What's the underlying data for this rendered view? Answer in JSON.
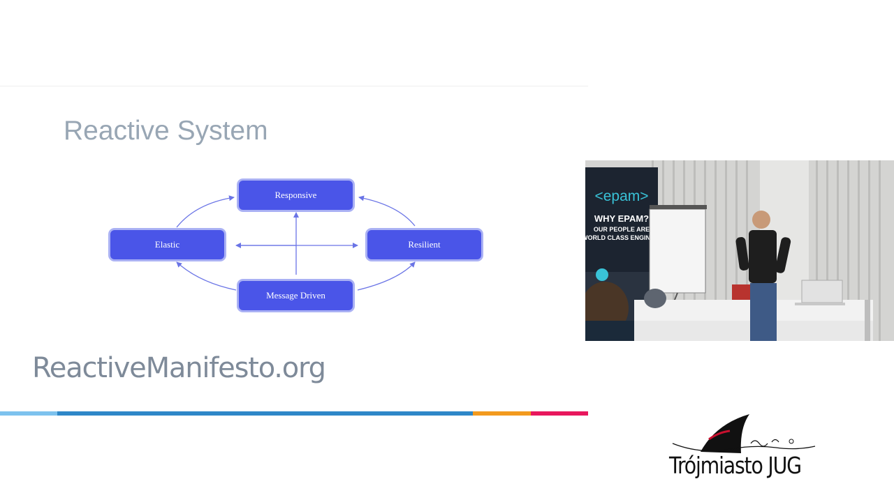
{
  "slide": {
    "title": "Reactive System",
    "url": "ReactiveManifesto.org",
    "diagram": {
      "nodes": {
        "responsive": "Responsive",
        "elastic": "Elastic",
        "resilient": "Resilient",
        "message_driven": "Message Driven"
      }
    },
    "bar_colors": [
      "#7dc2ee",
      "#2e87c8",
      "#f39a1e",
      "#e8175d"
    ]
  },
  "video": {
    "banner": {
      "brand": "<epam>",
      "headline": "WHY EPAM?",
      "line1": "OUR PEOPLE ARE",
      "line2": "WORLD CLASS ENGINEE"
    }
  },
  "logo": {
    "name": "Trójmiasto JUG"
  }
}
